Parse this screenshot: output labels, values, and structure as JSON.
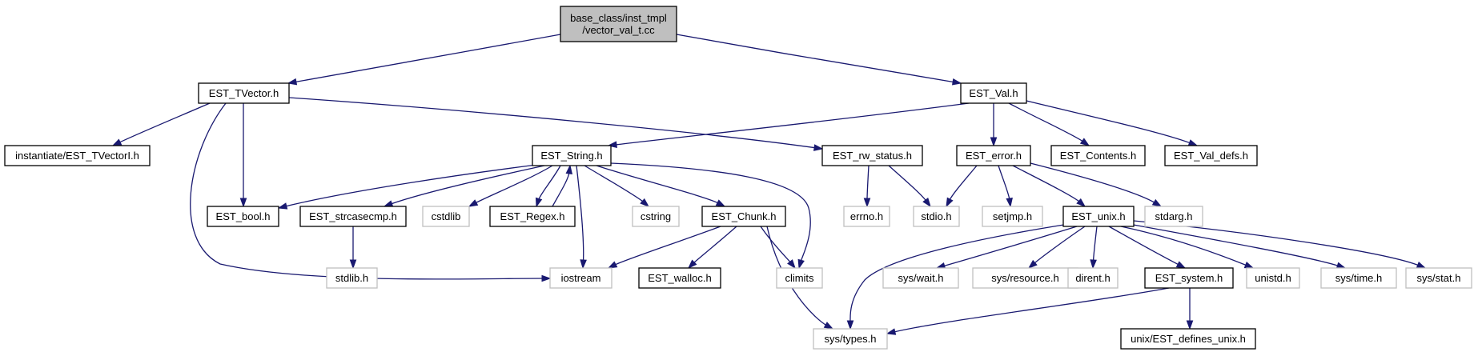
{
  "title": "",
  "nodes": [
    {
      "id": "vector_val_t",
      "label_lines": [
        "base_class/inst_tmpl",
        "/vector_val_t.cc"
      ],
      "kind": "main"
    },
    {
      "id": "est_tvector",
      "label_lines": [
        "EST_TVector.h"
      ],
      "kind": "local"
    },
    {
      "id": "est_val",
      "label_lines": [
        "EST_Val.h"
      ],
      "kind": "local"
    },
    {
      "id": "inst_tvectori",
      "label_lines": [
        "instantiate/EST_TVectorI.h"
      ],
      "kind": "local"
    },
    {
      "id": "est_string",
      "label_lines": [
        "EST_String.h"
      ],
      "kind": "local"
    },
    {
      "id": "est_rw_status",
      "label_lines": [
        "EST_rw_status.h"
      ],
      "kind": "local"
    },
    {
      "id": "est_error",
      "label_lines": [
        "EST_error.h"
      ],
      "kind": "local"
    },
    {
      "id": "est_contents",
      "label_lines": [
        "EST_Contents.h"
      ],
      "kind": "local"
    },
    {
      "id": "est_val_defs",
      "label_lines": [
        "EST_Val_defs.h"
      ],
      "kind": "local"
    },
    {
      "id": "est_bool",
      "label_lines": [
        "EST_bool.h"
      ],
      "kind": "local"
    },
    {
      "id": "est_strcasecmp",
      "label_lines": [
        "EST_strcasecmp.h"
      ],
      "kind": "local"
    },
    {
      "id": "cstdlib",
      "label_lines": [
        "cstdlib"
      ],
      "kind": "system"
    },
    {
      "id": "est_regex",
      "label_lines": [
        "EST_Regex.h"
      ],
      "kind": "local"
    },
    {
      "id": "cstring",
      "label_lines": [
        "cstring"
      ],
      "kind": "system"
    },
    {
      "id": "est_chunk",
      "label_lines": [
        "EST_Chunk.h"
      ],
      "kind": "local"
    },
    {
      "id": "errno",
      "label_lines": [
        "errno.h"
      ],
      "kind": "system"
    },
    {
      "id": "stdio",
      "label_lines": [
        "stdio.h"
      ],
      "kind": "system"
    },
    {
      "id": "setjmp",
      "label_lines": [
        "setjmp.h"
      ],
      "kind": "system"
    },
    {
      "id": "est_unix",
      "label_lines": [
        "EST_unix.h"
      ],
      "kind": "local"
    },
    {
      "id": "stdarg",
      "label_lines": [
        "stdarg.h"
      ],
      "kind": "system"
    },
    {
      "id": "stdlib",
      "label_lines": [
        "stdlib.h"
      ],
      "kind": "system"
    },
    {
      "id": "iostream",
      "label_lines": [
        "iostream"
      ],
      "kind": "system"
    },
    {
      "id": "est_walloc",
      "label_lines": [
        "EST_walloc.h"
      ],
      "kind": "local"
    },
    {
      "id": "climits",
      "label_lines": [
        "climits"
      ],
      "kind": "system"
    },
    {
      "id": "sys_wait",
      "label_lines": [
        "sys/wait.h"
      ],
      "kind": "system"
    },
    {
      "id": "sys_resource",
      "label_lines": [
        "sys/resource.h"
      ],
      "kind": "system"
    },
    {
      "id": "dirent",
      "label_lines": [
        "dirent.h"
      ],
      "kind": "system"
    },
    {
      "id": "est_system",
      "label_lines": [
        "EST_system.h"
      ],
      "kind": "local"
    },
    {
      "id": "unistd",
      "label_lines": [
        "unistd.h"
      ],
      "kind": "system"
    },
    {
      "id": "sys_time",
      "label_lines": [
        "sys/time.h"
      ],
      "kind": "system"
    },
    {
      "id": "sys_stat",
      "label_lines": [
        "sys/stat.h"
      ],
      "kind": "system"
    },
    {
      "id": "sys_types",
      "label_lines": [
        "sys/types.h"
      ],
      "kind": "system"
    },
    {
      "id": "est_defines_unix",
      "label_lines": [
        "unix/EST_defines_unix.h"
      ],
      "kind": "local"
    }
  ],
  "edges": [
    {
      "from": "vector_val_t",
      "to": "est_tvector"
    },
    {
      "from": "vector_val_t",
      "to": "est_val"
    },
    {
      "from": "est_tvector",
      "to": "inst_tvectori"
    },
    {
      "from": "est_tvector",
      "to": "iostream"
    },
    {
      "from": "est_tvector",
      "to": "est_bool"
    },
    {
      "from": "est_tvector",
      "to": "est_rw_status"
    },
    {
      "from": "est_val",
      "to": "est_string"
    },
    {
      "from": "est_val",
      "to": "est_error"
    },
    {
      "from": "est_val",
      "to": "est_contents"
    },
    {
      "from": "est_val",
      "to": "est_val_defs"
    },
    {
      "from": "est_string",
      "to": "est_bool"
    },
    {
      "from": "est_string",
      "to": "est_strcasecmp"
    },
    {
      "from": "est_string",
      "to": "cstdlib"
    },
    {
      "from": "est_string",
      "to": "est_regex"
    },
    {
      "from": "est_regex",
      "to": "est_string"
    },
    {
      "from": "est_string",
      "to": "iostream"
    },
    {
      "from": "est_string",
      "to": "cstring"
    },
    {
      "from": "est_string",
      "to": "est_chunk"
    },
    {
      "from": "est_string",
      "to": "climits"
    },
    {
      "from": "est_strcasecmp",
      "to": "stdlib"
    },
    {
      "from": "est_chunk",
      "to": "iostream"
    },
    {
      "from": "est_chunk",
      "to": "est_walloc"
    },
    {
      "from": "est_chunk",
      "to": "climits"
    },
    {
      "from": "est_chunk",
      "to": "sys_types"
    },
    {
      "from": "est_rw_status",
      "to": "errno"
    },
    {
      "from": "est_rw_status",
      "to": "stdio"
    },
    {
      "from": "est_error",
      "to": "stdio"
    },
    {
      "from": "est_error",
      "to": "setjmp"
    },
    {
      "from": "est_error",
      "to": "est_unix"
    },
    {
      "from": "est_error",
      "to": "stdarg"
    },
    {
      "from": "est_unix",
      "to": "sys_types"
    },
    {
      "from": "est_unix",
      "to": "sys_wait"
    },
    {
      "from": "est_unix",
      "to": "sys_resource"
    },
    {
      "from": "est_unix",
      "to": "dirent"
    },
    {
      "from": "est_unix",
      "to": "est_system"
    },
    {
      "from": "est_unix",
      "to": "unistd"
    },
    {
      "from": "est_unix",
      "to": "sys_time"
    },
    {
      "from": "est_unix",
      "to": "sys_stat"
    },
    {
      "from": "est_system",
      "to": "sys_types"
    },
    {
      "from": "est_system",
      "to": "est_defines_unix"
    }
  ]
}
